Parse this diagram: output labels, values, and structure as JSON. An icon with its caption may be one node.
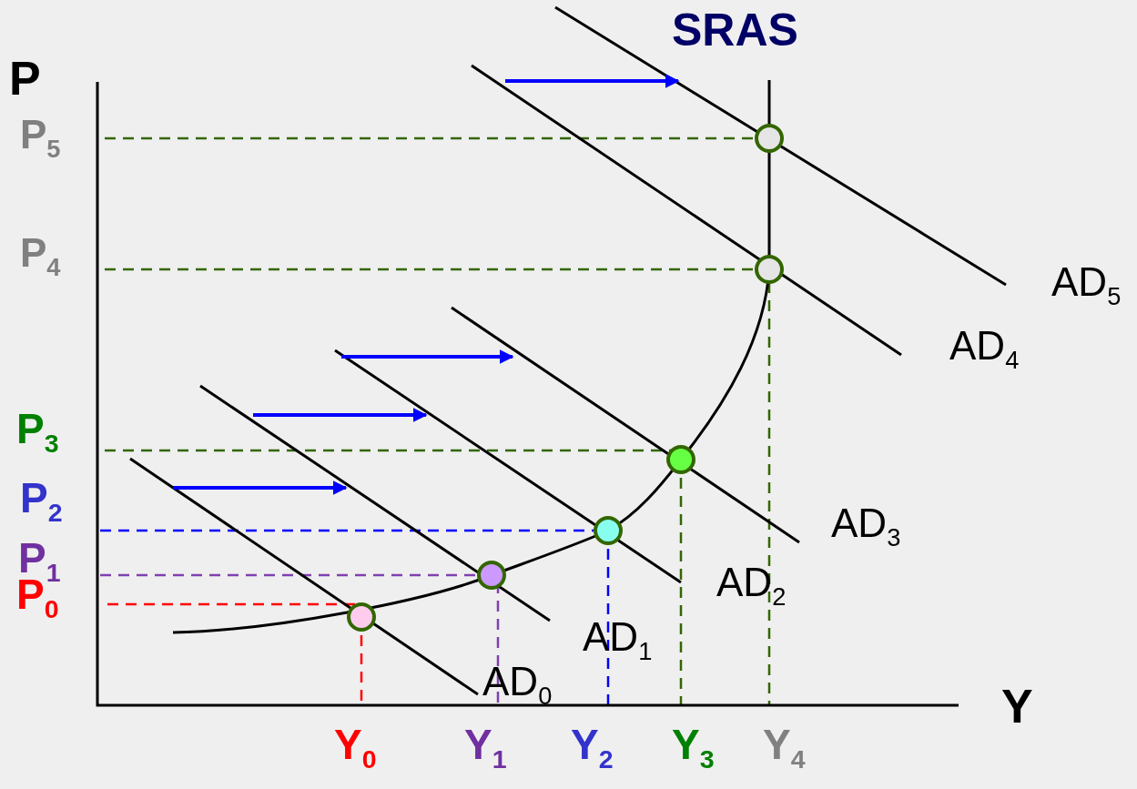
{
  "diagram": {
    "labels": [
      "SRAS",
      "P",
      "P$_{5}$",
      "P$_{4}$",
      "AD$_{5}$",
      "AD$_{4}$",
      "P$_{3}$",
      "P$_{2}$",
      "AD$_{3}$",
      "P$_{1}$",
      "P$_{0}$",
      "AD$_{2}$",
      "AD$_{1}$",
      "AD$_{0}$",
      "Y",
      "Y$_{0}$",
      "Y$_{1}$",
      "Y$_{2}$",
      "Y$_{3}$",
      "Y$_{4}$"
    ]
  }
}
